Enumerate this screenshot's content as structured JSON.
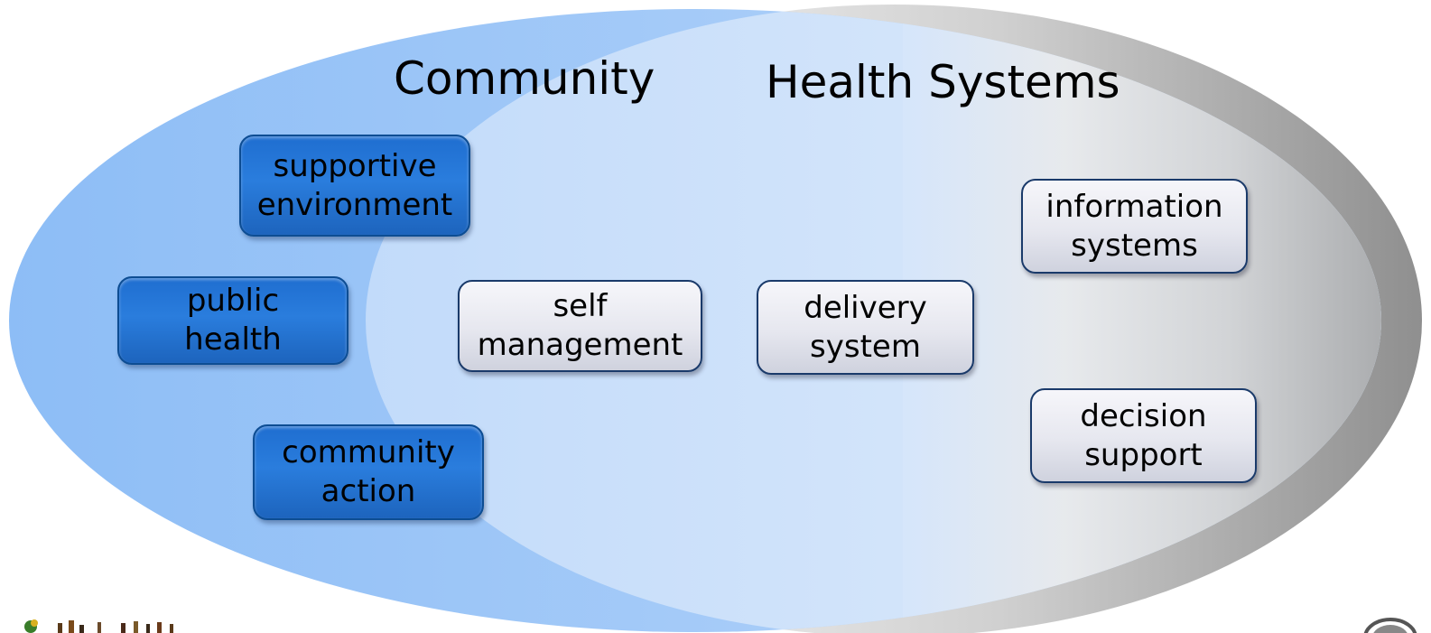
{
  "diagram": {
    "left_region_label": "Community",
    "right_region_label": "Health Systems",
    "boxes": [
      {
        "id": "supportive-environment",
        "lines": [
          "supportive",
          "environment"
        ],
        "style": "blue"
      },
      {
        "id": "public-health",
        "lines": [
          "public",
          "health"
        ],
        "style": "blue"
      },
      {
        "id": "community-action",
        "lines": [
          "community",
          "action"
        ],
        "style": "blue"
      },
      {
        "id": "self-management",
        "lines": [
          "self",
          "management"
        ],
        "style": "light"
      },
      {
        "id": "delivery-system",
        "lines": [
          "delivery",
          "system"
        ],
        "style": "light"
      },
      {
        "id": "information-systems",
        "lines": [
          "information",
          "systems"
        ],
        "style": "light"
      },
      {
        "id": "decision-support",
        "lines": [
          "decision",
          "support"
        ],
        "style": "light"
      }
    ]
  },
  "colors": {
    "community_ellipse": "#9cc5f5",
    "overlap_light": "#d7e7fb",
    "health_systems_dark": "#9a9a9a",
    "box_blue": "#2472d4",
    "box_light": "#e6e7ef",
    "box_border": "#1a3a6a"
  },
  "icons": {
    "left_corner": "figures-logo-icon",
    "right_corner": "round-logo-icon"
  }
}
